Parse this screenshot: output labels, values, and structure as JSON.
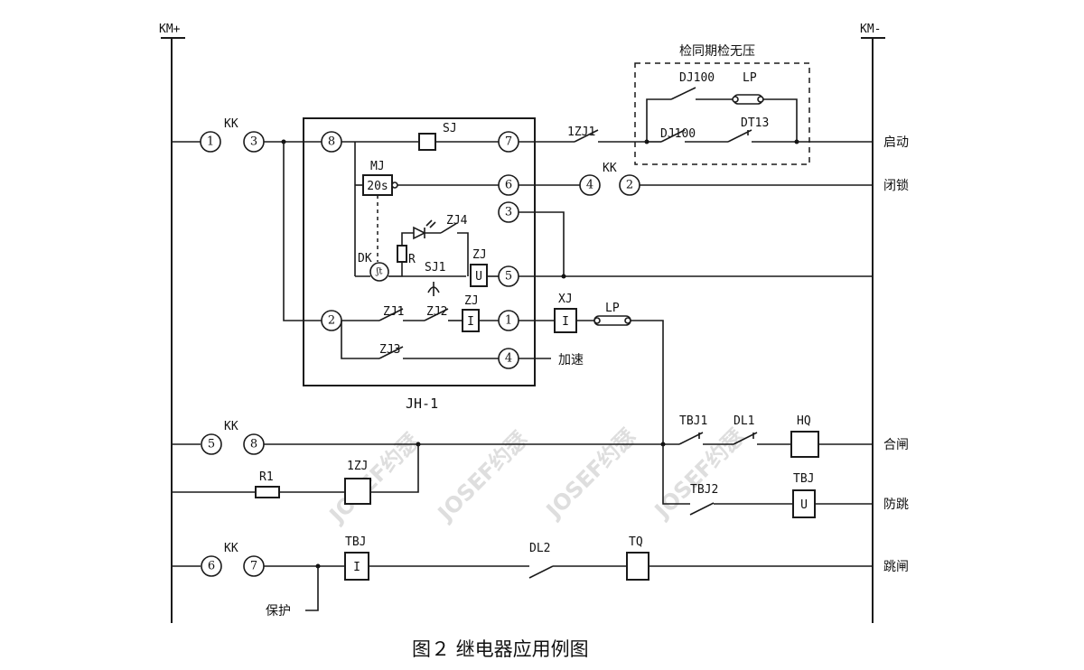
{
  "rails": {
    "left": "KM+",
    "right": "KM-"
  },
  "sync_box": {
    "title": "检同期检无压",
    "dj100_top": "DJ100",
    "lp": "LP",
    "dj100_bottom": "DJ100",
    "dt13": "DT13"
  },
  "rows": {
    "start": "启动",
    "lock": "闭锁",
    "close": "合闸",
    "anti_jump": "防跳",
    "trip": "跳闸",
    "accelerate": "加速",
    "protection": "保护"
  },
  "device": {
    "name": "JH-1",
    "sj": "SJ",
    "mj": "MJ",
    "timer": "20s",
    "zj4": "ZJ4",
    "dk": "DK",
    "r": "R",
    "sj1": "SJ1",
    "zj_u_label": "ZJ",
    "zj_i_label": "ZJ",
    "zj1": "ZJ1",
    "zj2": "ZJ2",
    "zj3": "ZJ3",
    "u": "U",
    "i": "I"
  },
  "terminals": {
    "t8": "8",
    "t7": "7",
    "t6": "6",
    "t3": "3",
    "t5": "5",
    "t2": "2",
    "t1": "1",
    "t4": "4"
  },
  "kk": {
    "label": "KK",
    "row1": [
      "1",
      "3"
    ],
    "row2": [
      "4",
      "2"
    ],
    "row3": [
      "5",
      "8"
    ],
    "row4": [
      "6",
      "7"
    ]
  },
  "components": {
    "zj1_ext": "1ZJ1",
    "xj": "XJ",
    "lp": "LP",
    "tbj1": "TBJ1",
    "dl1": "DL1",
    "hq": "HQ",
    "r1": "R1",
    "zj_1": "1ZJ",
    "tbj2": "TBJ2",
    "tbj_u": "TBJ",
    "tbj_i": "TBJ",
    "dl2": "DL2",
    "tq": "TQ",
    "u": "U",
    "i": "I"
  },
  "caption": "图２ 继电器应用例图",
  "watermark": "JOSEF约瑟"
}
